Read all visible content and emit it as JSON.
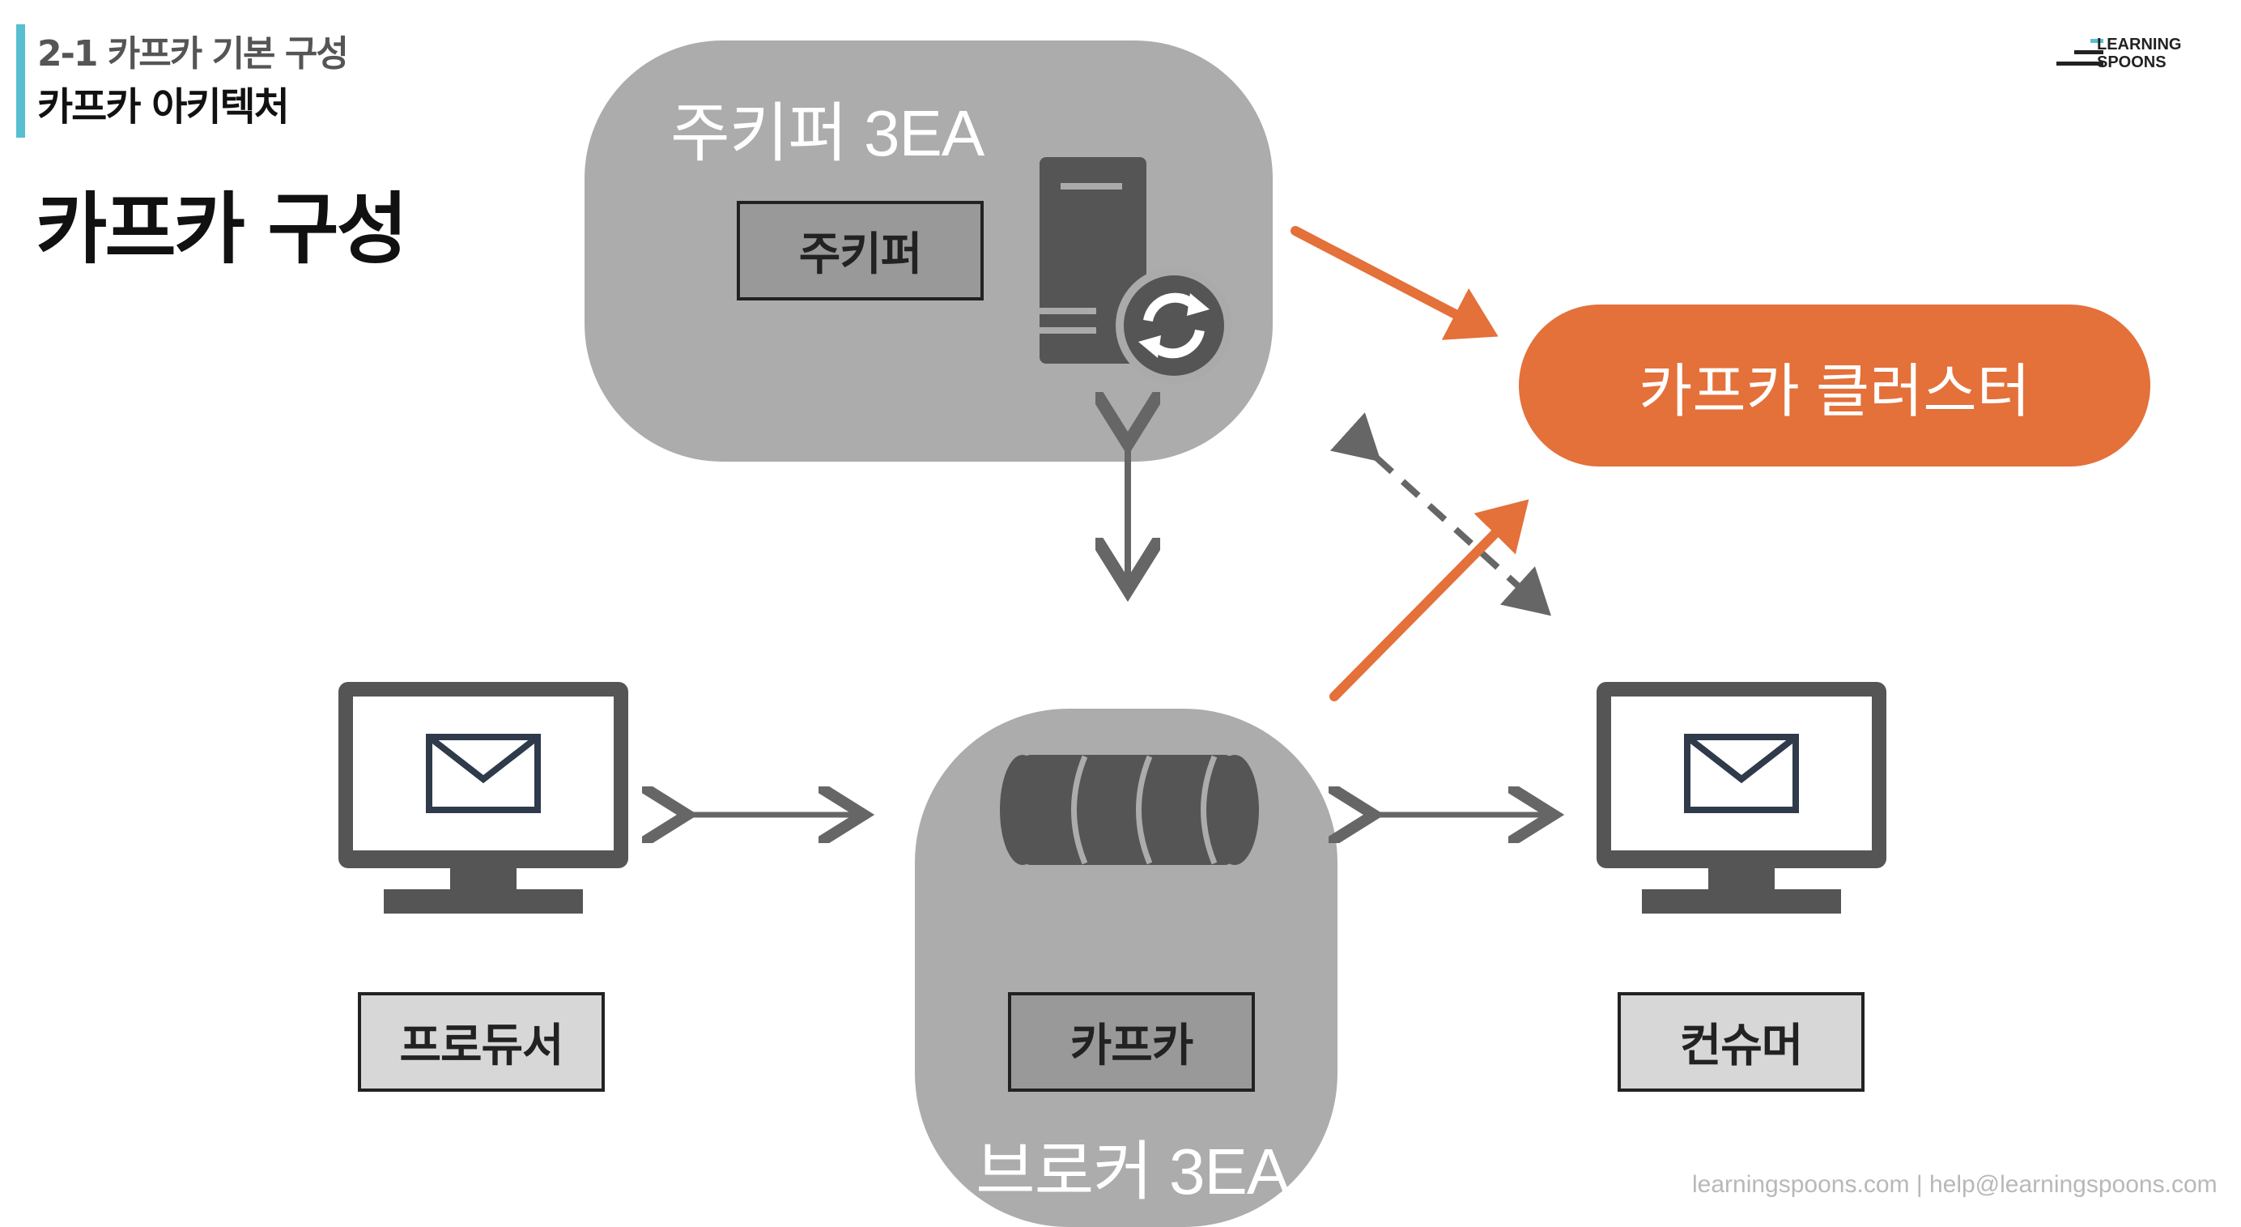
{
  "header": {
    "section_label": "2-1 카프카 기본 구성",
    "section_title": "카프카 아키텍처",
    "page_title": "카프카 구성"
  },
  "logo": {
    "line1": "LEARNING",
    "line2": "SPOONS"
  },
  "diagram": {
    "zookeeper_group_title": "주키퍼 3EA",
    "zookeeper_label": "주키퍼",
    "broker_group_title": "브로커 3EA",
    "kafka_label": "카프카",
    "producer_label": "프로듀서",
    "consumer_label": "컨슈머",
    "cluster_label": "카프카 클러스터"
  },
  "colors": {
    "accent": "#58bfd0",
    "cluster": "#e4703a",
    "group_box": "#acacac",
    "icon": "#555555"
  },
  "footer": {
    "contact": "learningspoons.com | help@learningspoons.com"
  }
}
